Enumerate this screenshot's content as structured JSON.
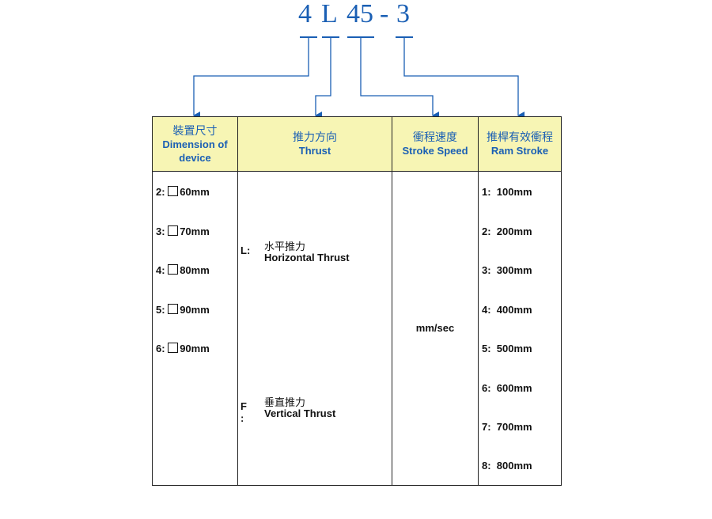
{
  "model_code": {
    "chars": [
      "4",
      "L",
      "45",
      "-",
      "3"
    ]
  },
  "table": {
    "headers": [
      {
        "zh": "裝置尺寸",
        "en": "Dimension of device"
      },
      {
        "zh": "推力方向",
        "en": "Thrust"
      },
      {
        "zh": "衝程速度",
        "en": "Stroke Speed"
      },
      {
        "zh": "推桿有效衝程",
        "en": "Ram Stroke"
      }
    ],
    "dimension_options": [
      {
        "key": "2:",
        "value": "60mm"
      },
      {
        "key": "3:",
        "value": "70mm"
      },
      {
        "key": "4:",
        "value": "80mm"
      },
      {
        "key": "5:",
        "value": "90mm"
      },
      {
        "key": "6:",
        "value": "90mm"
      }
    ],
    "thrust_options": [
      {
        "key": "L:",
        "zh": "水平推力",
        "en": "Horizontal Thrust"
      },
      {
        "key": "F :",
        "zh": "垂直推力",
        "en": "Vertical Thrust"
      }
    ],
    "speed_unit": "mm/sec",
    "stroke_options": [
      {
        "key": "1:",
        "value": "100mm"
      },
      {
        "key": "2:",
        "value": "200mm"
      },
      {
        "key": "3:",
        "value": "300mm"
      },
      {
        "key": "4:",
        "value": "400mm"
      },
      {
        "key": "5:",
        "value": "500mm"
      },
      {
        "key": "6:",
        "value": "600mm"
      },
      {
        "key": "7:",
        "value": "700mm"
      },
      {
        "key": "8:",
        "value": "800mm"
      }
    ]
  },
  "colors": {
    "code": "#1a5fb4",
    "connector": "#1a5fb4",
    "header_bg": "#f7f5b4",
    "header_text": "#1a5fb4"
  }
}
